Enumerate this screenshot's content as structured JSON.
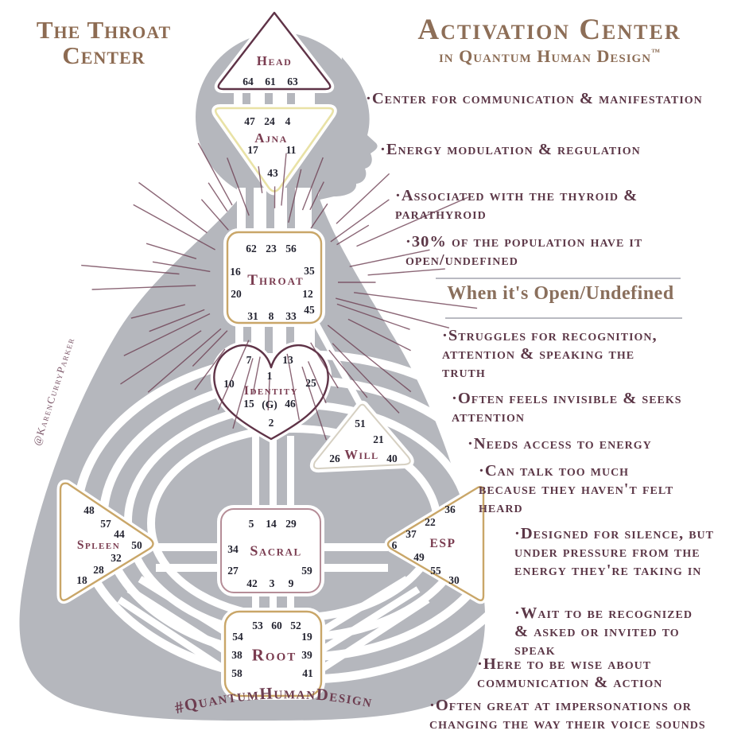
{
  "ui": {
    "bullet": "·"
  },
  "left_title": {
    "line1": "The Throat",
    "line2": "Center"
  },
  "header": {
    "title": "Activation Center",
    "subtitle": "in Quantum Human Design",
    "trademark": "™"
  },
  "bullets_top": [
    "Center for communication & manifestation",
    "Energy modulation & regulation",
    "Associated with the thyroid & parathyroid",
    "30% of the population have it open/undefined"
  ],
  "open_section": {
    "heading": "When it's Open/Undefined"
  },
  "bullets_open": [
    "Struggles for recognition, attention & speaking the truth",
    "Often feels invisible & seeks attention",
    "Needs access to energy",
    "Can talk too much because they haven't felt heard",
    "Designed for silence, but under pressure from the energy they're taking in",
    "Wait to be recognized & asked or invited to speak",
    "Here to be wise about communication & action",
    "Often great at impersonations or changing the way their voice sounds"
  ],
  "centers": {
    "head": {
      "label": "Head",
      "numbers": [
        "64",
        "61",
        "63"
      ]
    },
    "ajna": {
      "label": "Ajna",
      "numbers": [
        "47",
        "24",
        "4",
        "17",
        "11",
        "43"
      ]
    },
    "throat": {
      "label": "Throat",
      "numbers": [
        "62",
        "23",
        "56",
        "16",
        "35",
        "20",
        "12",
        "45",
        "31",
        "8",
        "33"
      ]
    },
    "identity": {
      "label": "Identity",
      "numbers": [
        "7",
        "13",
        "1",
        "10",
        "25",
        "15",
        "(G)",
        "46",
        "2"
      ]
    },
    "will": {
      "label": "Will",
      "numbers": [
        "51",
        "21",
        "26",
        "40"
      ]
    },
    "spleen": {
      "label": "Spleen",
      "numbers": [
        "48",
        "57",
        "44",
        "50",
        "32",
        "28",
        "18"
      ]
    },
    "sacral": {
      "label": "Sacral",
      "numbers": [
        "5",
        "14",
        "29",
        "34",
        "27",
        "59",
        "42",
        "3",
        "9"
      ]
    },
    "esp": {
      "label": "ESP",
      "numbers": [
        "36",
        "22",
        "37",
        "6",
        "49",
        "55",
        "30"
      ]
    },
    "root": {
      "label": "Root",
      "numbers": [
        "53",
        "60",
        "52",
        "54",
        "19",
        "38",
        "39",
        "58",
        "41"
      ]
    }
  },
  "watermark": "@KarenCurryParker",
  "footer": {
    "hashtag": "#QuantumHumanDesign"
  },
  "colors": {
    "title_brown": "#8d6e57",
    "bullet_maroon": "#5c3747",
    "heading_tan": "#8a6f5c",
    "body_gray": "#b5b7bd",
    "gold": "#c9a668",
    "maroon_outline": "#5f3347",
    "pale_yellow": "#e9e2a6",
    "sacral_pink": "#b58d97",
    "ray": "#6f4054"
  }
}
